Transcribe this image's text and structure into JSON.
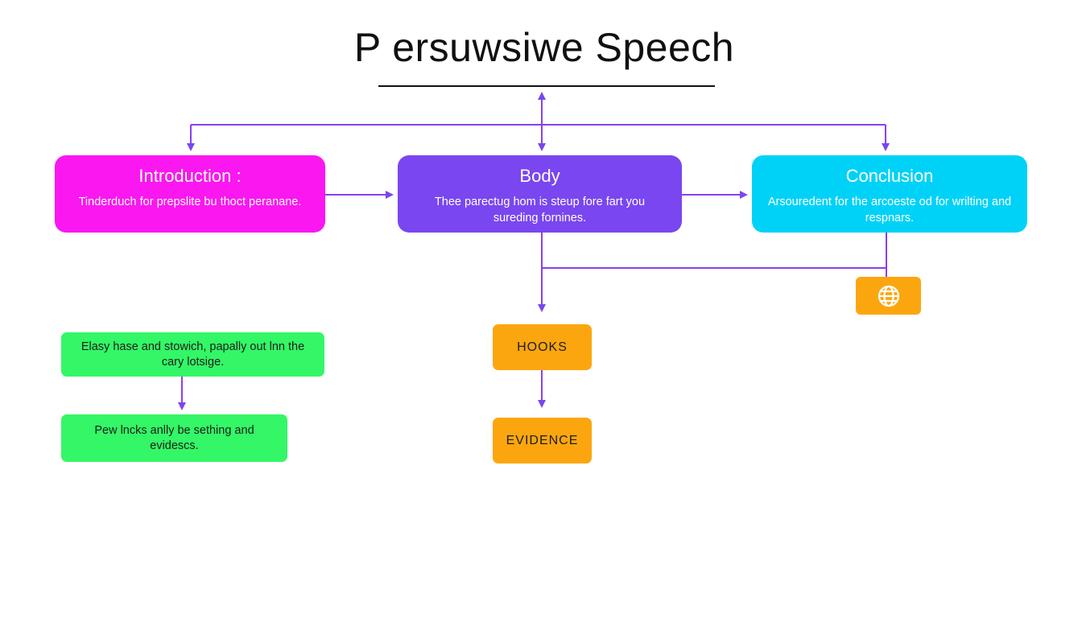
{
  "title": "P ersuwsiwe Speech",
  "colors": {
    "arrow": "#8a3ff0",
    "arrow_dark": "#7a4ff0",
    "introduction": "#fa17f0",
    "body": "#7a46f0",
    "conclusion": "#00d2f7",
    "green": "#33f766",
    "orange": "#fca60f",
    "title_text": "#111111"
  },
  "nodes": {
    "introduction": {
      "heading": "Introduction :",
      "description": "Tinderduch for prepslite bu thoct peranane."
    },
    "body": {
      "heading": "Body",
      "description": "Thee parectug hom is steup fore fart you sureding fornines."
    },
    "conclusion": {
      "heading": "Conclusion",
      "description": "Arsouredent for the arcoeste od for wrilting and respnars."
    },
    "green_1": {
      "text": "Elasy hase and stowich, papally out lnn the cary lotsige."
    },
    "green_2": {
      "text": "Pew lncks anlly be sething and evidescs."
    },
    "hooks": {
      "label": "HOOKS"
    },
    "evidence": {
      "label": "EVIDENCE"
    },
    "globe": {
      "icon": "globe-icon"
    }
  },
  "edges": [
    {
      "from": "title",
      "to": "introduction"
    },
    {
      "from": "title",
      "to": "body",
      "bidirectional": true
    },
    {
      "from": "title",
      "to": "conclusion"
    },
    {
      "from": "introduction",
      "to": "body"
    },
    {
      "from": "body",
      "to": "conclusion"
    },
    {
      "from": "body",
      "to": "hooks"
    },
    {
      "from": "conclusion",
      "to": "body",
      "style": "line"
    },
    {
      "from": "conclusion",
      "to": "globe"
    },
    {
      "from": "hooks",
      "to": "evidence"
    },
    {
      "from": "green_1",
      "to": "green_2"
    }
  ]
}
